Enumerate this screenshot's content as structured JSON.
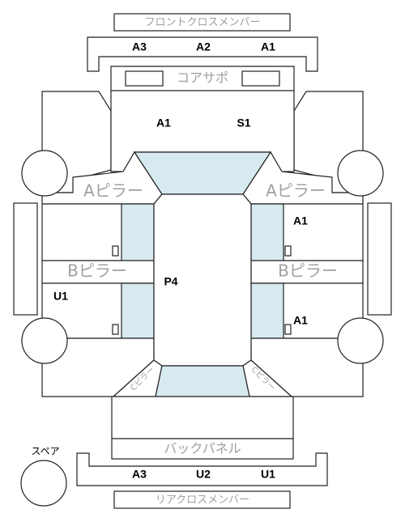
{
  "labels": {
    "front_cross_member": "フロントクロスメンバー",
    "core_support": "コアサポ",
    "a_pillar": "Aピラー",
    "b_pillar": "Bピラー",
    "back_panel": "バックパネル",
    "rear_cross_member": "リアクロスメンバー",
    "spare": "スペア",
    "pillar_c": "Cピラー"
  },
  "codes": {
    "front_cross": [
      "A3",
      "A2",
      "A1"
    ],
    "hood_left": "A1",
    "hood_right": "S1",
    "right_front_door": "A1",
    "roof": "P4",
    "left_rear_door": "U1",
    "right_rear_door": "A1",
    "rear_cross": [
      "A3",
      "U2",
      "U1"
    ]
  },
  "colors": {
    "glass": "#d6eaf0",
    "outline": "#222222",
    "label_grey": "#a0a0a0"
  }
}
